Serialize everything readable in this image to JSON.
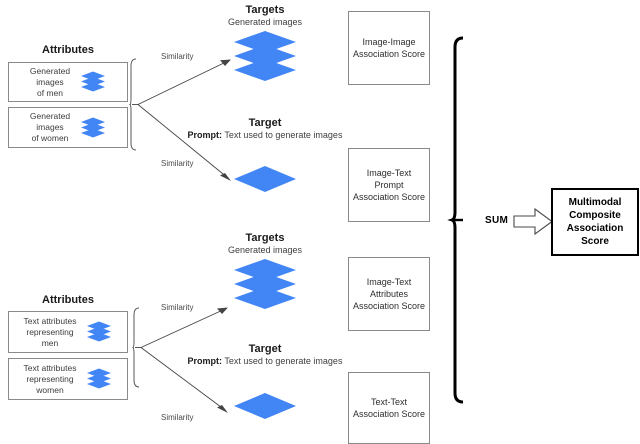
{
  "diagram": {
    "title_hidden": "Multimodal Composite Association Score pipeline",
    "accent_blue": "#4285F4",
    "box_border": "#8a8a8a",
    "final_border": "#000000"
  },
  "top_flow": {
    "attributes_heading": "Attributes",
    "attribute_boxes": [
      {
        "label": "Generated\nimages\nof men",
        "icon": "stacked-layers-icon"
      },
      {
        "label": "Generated\nimages\nof women",
        "icon": "stacked-layers-icon"
      }
    ],
    "similarity_label_upper": "Similarity",
    "similarity_label_lower": "Similarity",
    "targets_heading": "Targets",
    "targets_sub": "Generated images",
    "targets_icon": "stacked-layers-icon",
    "target_heading": "Target",
    "target_sub_bold": "Prompt:",
    "target_sub_rest": " Text used to generate images",
    "target_icon": "single-layer-icon"
  },
  "bottom_flow": {
    "attributes_heading": "Attributes",
    "attribute_boxes": [
      {
        "label": "Text attributes\nrepresenting\nmen",
        "icon": "stacked-layers-icon"
      },
      {
        "label": "Text attributes\nrepresenting\nwomen",
        "icon": "stacked-layers-icon"
      }
    ],
    "similarity_label_upper": "Similarity",
    "similarity_label_lower": "Similarity",
    "targets_heading": "Targets",
    "targets_sub": "Generated images",
    "targets_icon": "stacked-layers-icon",
    "target_heading": "Target",
    "target_sub_bold": "Prompt:",
    "target_sub_rest": " Text used to generate images",
    "target_icon": "single-layer-icon"
  },
  "scores": [
    {
      "id": "image-image",
      "text": "Image-Image\nAssociation Score"
    },
    {
      "id": "image-text-prompt",
      "text": "Image-Text\nPrompt\nAssociation Score"
    },
    {
      "id": "image-text-attributes",
      "text": "Image-Text\nAttributes\nAssociation Score"
    },
    {
      "id": "text-text",
      "text": "Text-Text\nAssociation Score"
    }
  ],
  "aggregation": {
    "sum_label": "SUM",
    "result_text": "Multimodal\nComposite\nAssociation Score"
  }
}
